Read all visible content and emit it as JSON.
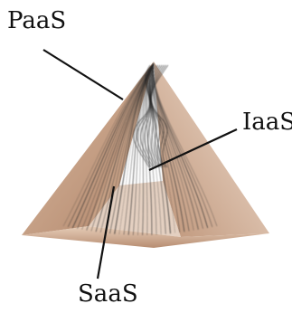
{
  "diagram": {
    "labels": {
      "paas": "PaaS",
      "iaas": "IaaS",
      "saas": "SaaS"
    },
    "colors": {
      "text": "#111111",
      "leader": "#111111",
      "pyramid_light": "#e9d6c6",
      "pyramid_mid": "#c9a487",
      "pyramid_dark": "#9b7055",
      "strands": "#2b2b2b"
    }
  }
}
